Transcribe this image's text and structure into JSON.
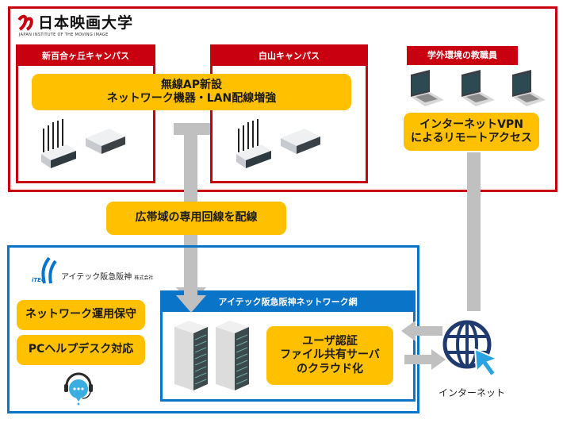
{
  "university": {
    "name": "日本映画大学",
    "subtitle": "JAPAN INSTITUTE OF THE MOVING IMAGE",
    "campuses": [
      {
        "label": "新百合ヶ丘キャンパス"
      },
      {
        "label": "白山キャンパス"
      }
    ],
    "remote_staff_label": "学外環境の教職員"
  },
  "boxes": {
    "wireless_ap": [
      "無線AP新設",
      "ネットワーク機器・LAN配線増強"
    ],
    "vpn": [
      "インターネットVPN",
      "によるリモートアクセス"
    ],
    "dedicated_line": "広帯域の専用回線を配線",
    "network_ops": "ネットワーク運用保守",
    "pc_helpdesk": "PCヘルプデスク対応",
    "cloud": [
      "ユーザ認証",
      "ファイル共有サーバ",
      "のクラウド化"
    ]
  },
  "vendor": {
    "logo_text": "iTEC",
    "name": "アイテック阪急阪神",
    "suffix": "株式会社",
    "network_label": "アイテック阪急阪神ネットワーク網"
  },
  "internet_label": "インターネット",
  "colors": {
    "university_red": "#c8000f",
    "vendor_blue": "#0a74c9",
    "highlight_orange": "#ffc000",
    "connector_gray": "#c0c0c0",
    "globe_navy": "#1f3a6e",
    "cursor_blue": "#2aa3e0"
  }
}
